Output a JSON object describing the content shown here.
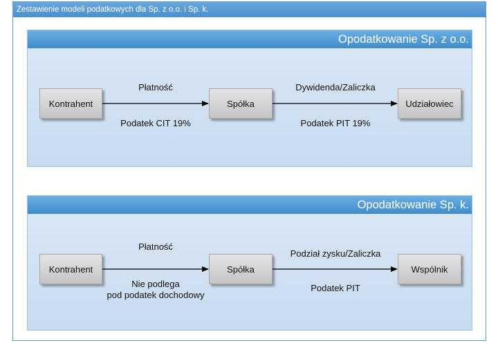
{
  "window": {
    "title": "Zestawienie modeli podatkowych dla Sp. z o.o. i Sp. k."
  },
  "panels": [
    {
      "header": "Opodatkowanie Sp. z o.o.",
      "nodes": [
        "Kontrahent",
        "Spółka",
        "Udziałowiec"
      ],
      "edges": [
        {
          "from": "Kontrahent",
          "to": "Spółka",
          "label_above": "Płatność",
          "label_below": "Podatek CIT 19%"
        },
        {
          "from": "Spółka",
          "to": "Udziałowiec",
          "label_above": "Dywidenda/Zaliczka",
          "label_below": "Podatek PIT 19%"
        }
      ]
    },
    {
      "header": "Opodatkowanie Sp. k.",
      "nodes": [
        "Kontrahent",
        "Spółka",
        "Wspólnik"
      ],
      "edges": [
        {
          "from": "Kontrahent",
          "to": "Spółka",
          "label_above": "Płatność",
          "label_below_line1": "Nie podlega",
          "label_below_line2": "pod podatek dochodowy"
        },
        {
          "from": "Spółka",
          "to": "Wspólnik",
          "label_above": "Podział zysku/Zaliczka",
          "label_below": "Podatek PIT"
        }
      ]
    }
  ]
}
